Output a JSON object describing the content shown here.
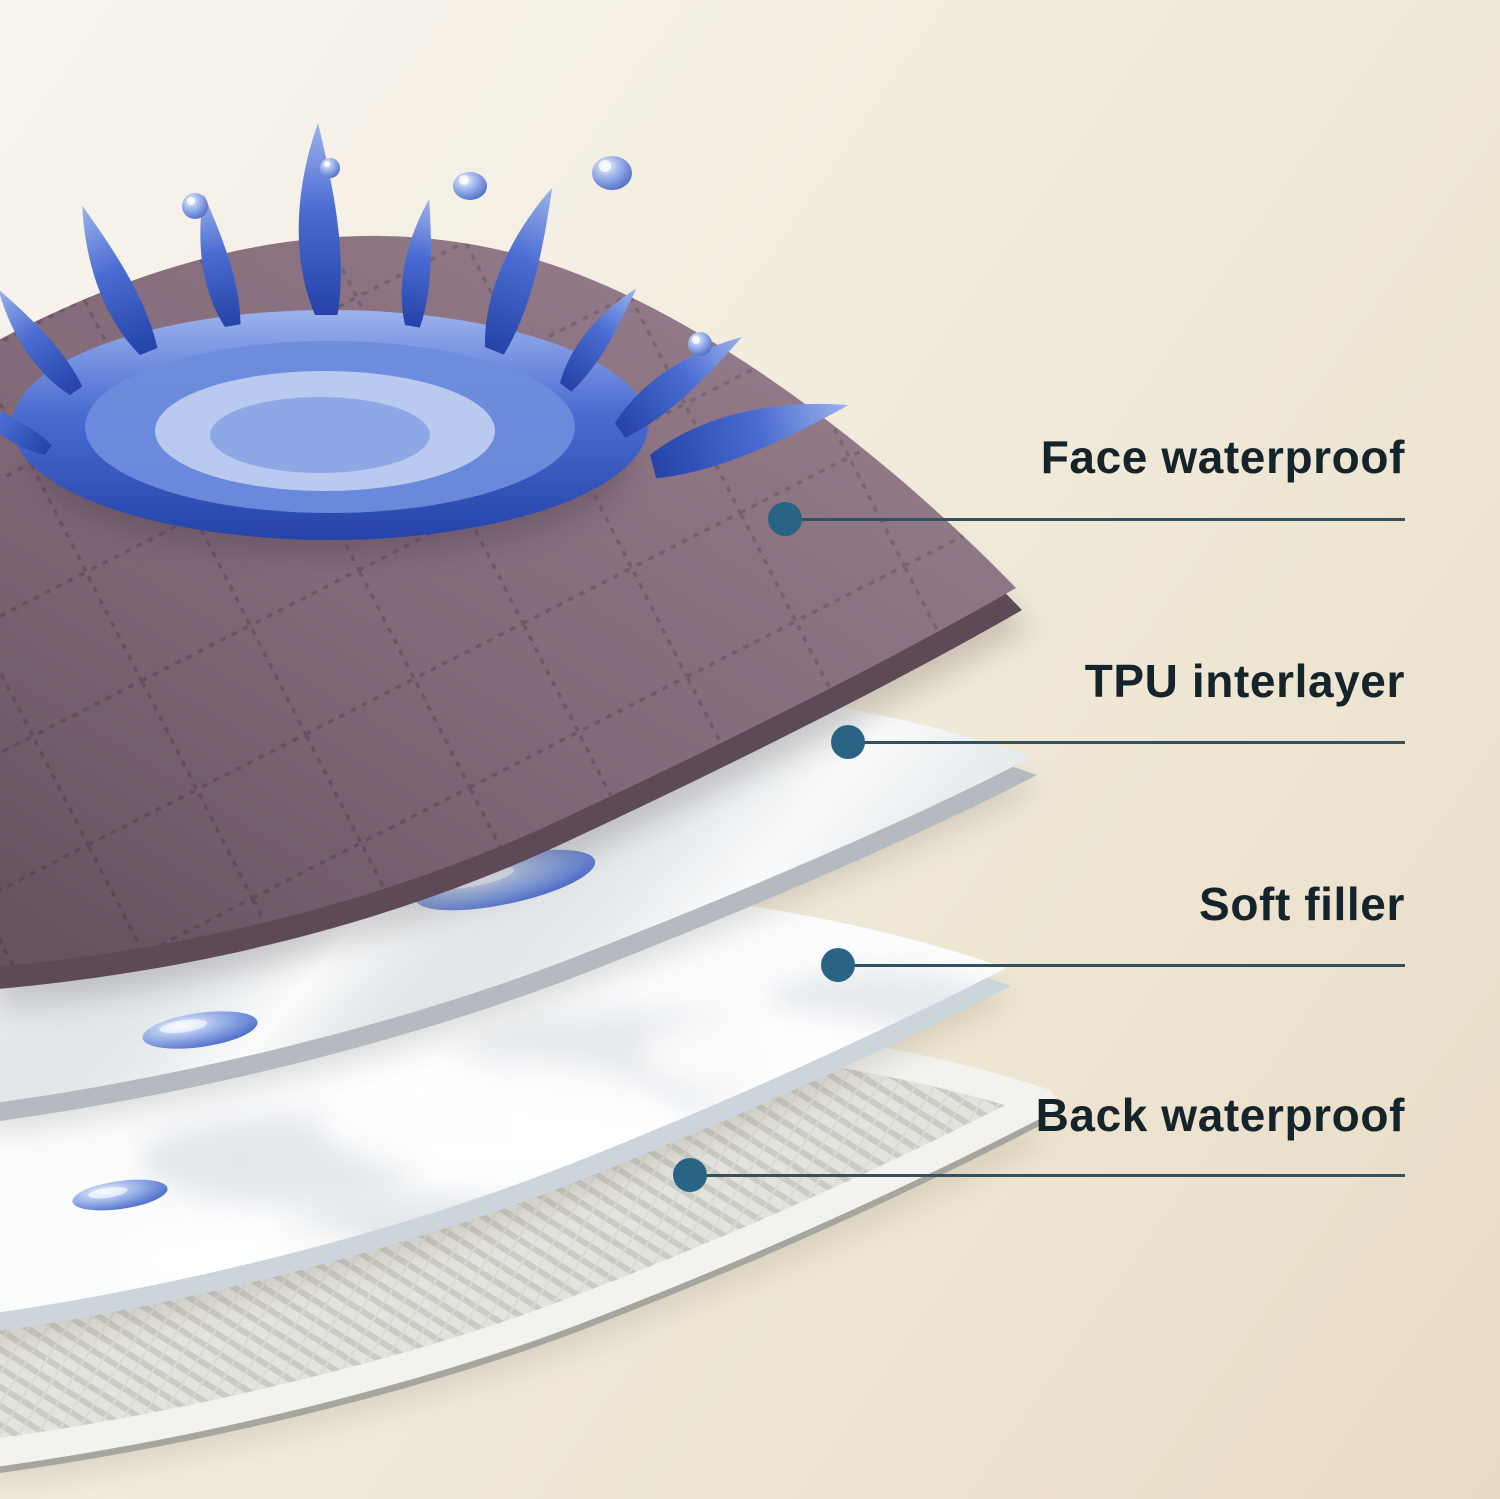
{
  "callouts": [
    {
      "label": "Face waterproof"
    },
    {
      "label": "TPU interlayer"
    },
    {
      "label": "Soft filler"
    },
    {
      "label": "Back waterproof"
    }
  ],
  "colors": {
    "background_top": "#f8f4ee",
    "background_bottom": "#e8dbc4",
    "label_text": "#15232b",
    "callout_dot": "#2a6485",
    "callout_line": "#34505c",
    "face_layer": "#8a7080",
    "face_layer_edge": "#5e4a57",
    "tpu_layer": "#eef1f3",
    "tpu_layer_edge": "#b5bac0",
    "soft_filler": "#fbfcfd",
    "soft_filler_edge": "#ccd4dc",
    "back_layer": "#e7e6e1",
    "back_layer_edge": "#a6a59e",
    "water_deep": "#2543a8",
    "water_light": "#9db3ec"
  }
}
